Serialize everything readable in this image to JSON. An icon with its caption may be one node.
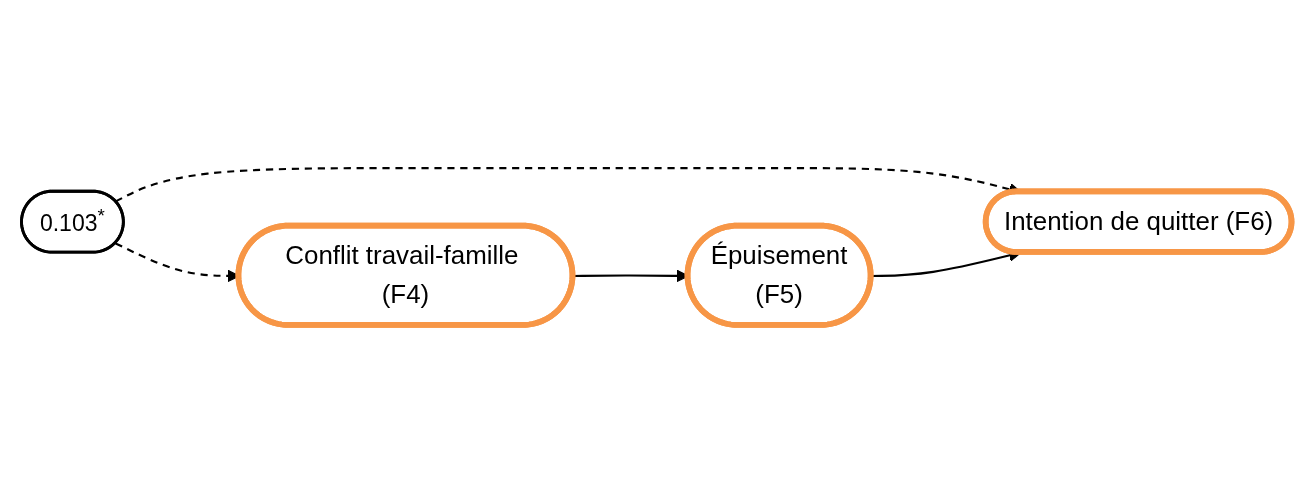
{
  "diagram": {
    "nodes": [
      {
        "text": [
          "0.103$^{*}$"
        ]
      },
      {
        "text": [
          "Conflit travail-famille (F4)"
        ]
      },
      {
        "text": [
          "Épuisement",
          "(F5)"
        ]
      },
      {
        "text": [
          "Intention de quitter (F6)"
        ]
      }
    ],
    "edges": [
      {
        "from": 0,
        "to": 1,
        "arrow": "to",
        "style": "dashed"
      },
      {
        "from": 0,
        "to": 3,
        "arrow": "to",
        "style": "dashed"
      },
      {
        "from": 1,
        "to": 2,
        "arrow": "to"
      },
      {
        "from": 2,
        "to": 3,
        "arrow": "to"
      }
    ]
  }
}
